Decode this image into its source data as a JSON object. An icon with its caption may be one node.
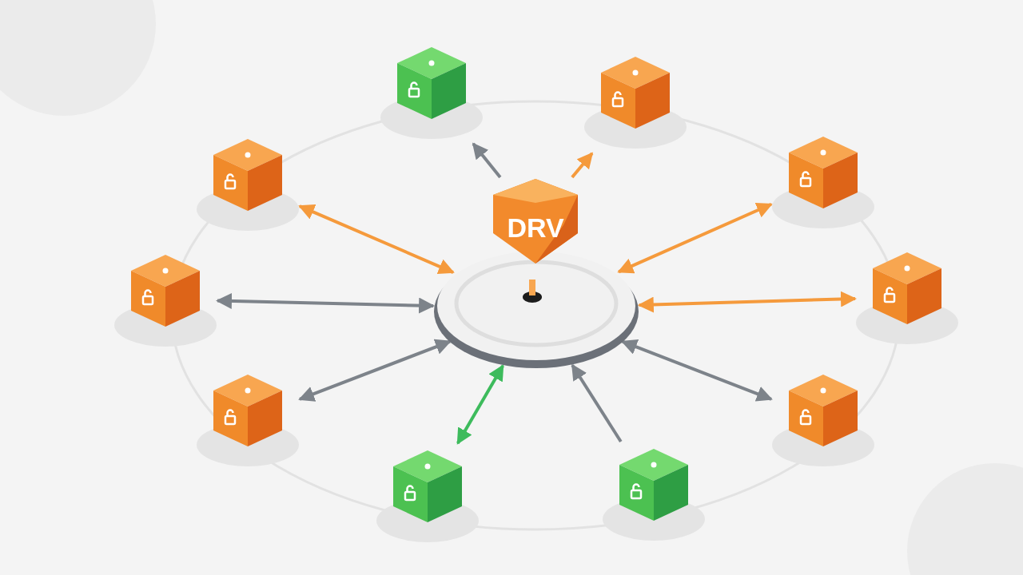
{
  "diagram": {
    "nodes": [
      {
        "text": [],
        "shape": "disc"
      },
      {
        "text": [
          "DRV"
        ]
      },
      {
        "text": [],
        "shape": "cube"
      },
      {
        "text": [],
        "shape": "cube"
      },
      {
        "text": [],
        "shape": "cube"
      },
      {
        "text": [],
        "shape": "cube"
      },
      {
        "text": [],
        "shape": "cube"
      },
      {
        "text": [],
        "shape": "cube"
      },
      {
        "text": [],
        "shape": "cube"
      },
      {
        "text": [],
        "shape": "cube"
      },
      {
        "text": [],
        "shape": "cube"
      },
      {
        "text": [],
        "shape": "cube"
      }
    ],
    "edges": [
      {
        "from": 1,
        "to": 2,
        "arrow": "to"
      },
      {
        "from": 1,
        "to": 3,
        "arrow": "to",
        "color": "#f59a3c"
      },
      {
        "from": 0,
        "to": 4,
        "arrow": "both",
        "color": "#f59a3c"
      },
      {
        "from": 0,
        "to": 5,
        "arrow": "both",
        "color": "#f59a3c"
      },
      {
        "from": 0,
        "to": 6,
        "arrow": "both"
      },
      {
        "from": 0,
        "to": 7,
        "arrow": "both",
        "color": "#f59a3c"
      },
      {
        "from": 0,
        "to": 8,
        "arrow": "both"
      },
      {
        "from": 0,
        "to": 9,
        "arrow": "both"
      },
      {
        "from": 0,
        "to": 10,
        "arrow": "both",
        "color": "#3dbb5c"
      },
      {
        "from": 11,
        "to": 0,
        "arrow": "to"
      }
    ]
  }
}
